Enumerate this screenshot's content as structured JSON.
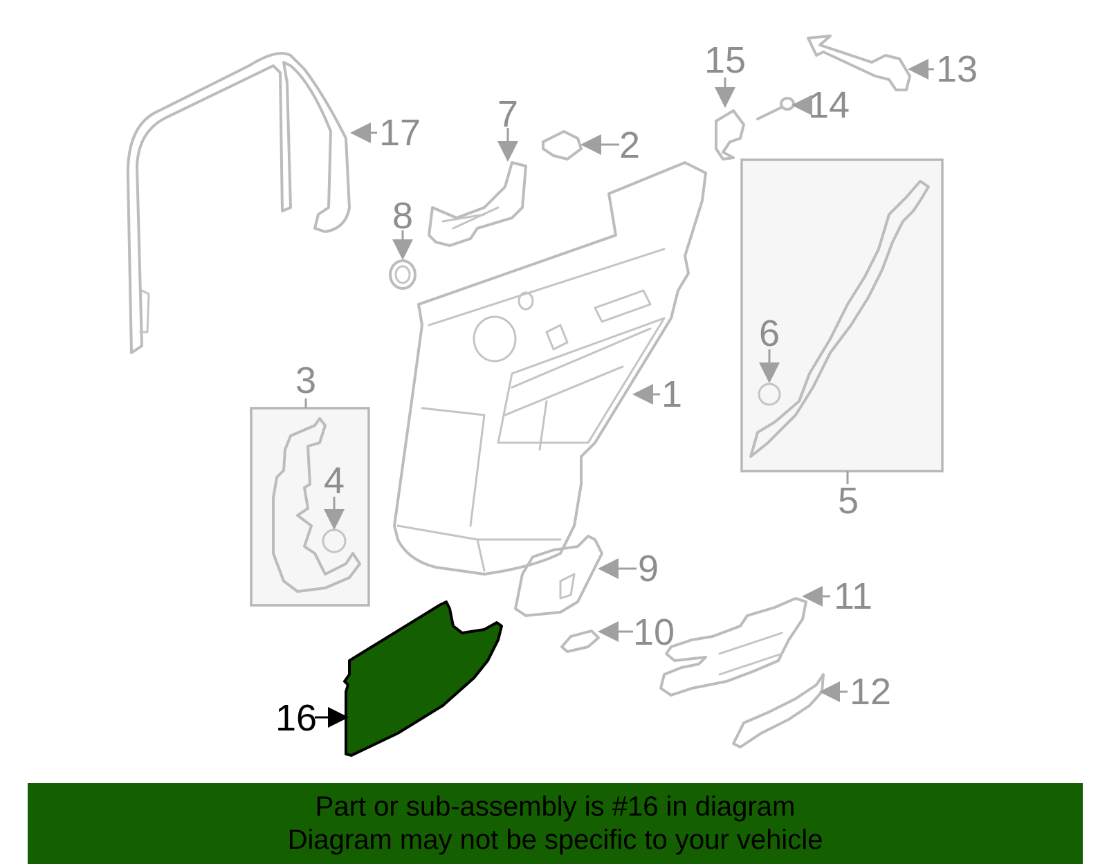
{
  "callouts": {
    "c1": "1",
    "c2": "2",
    "c3": "3",
    "c4": "4",
    "c5": "5",
    "c6": "6",
    "c7": "7",
    "c8": "8",
    "c9": "9",
    "c10": "10",
    "c11": "11",
    "c12": "12",
    "c13": "13",
    "c14": "14",
    "c15": "15",
    "c16": "16",
    "c17": "17"
  },
  "highlight": {
    "part": "16",
    "color": "#146000"
  },
  "banner": {
    "line1": "Part or sub-assembly is #16 in diagram",
    "line2": "Diagram may not be specific to your vehicle"
  }
}
